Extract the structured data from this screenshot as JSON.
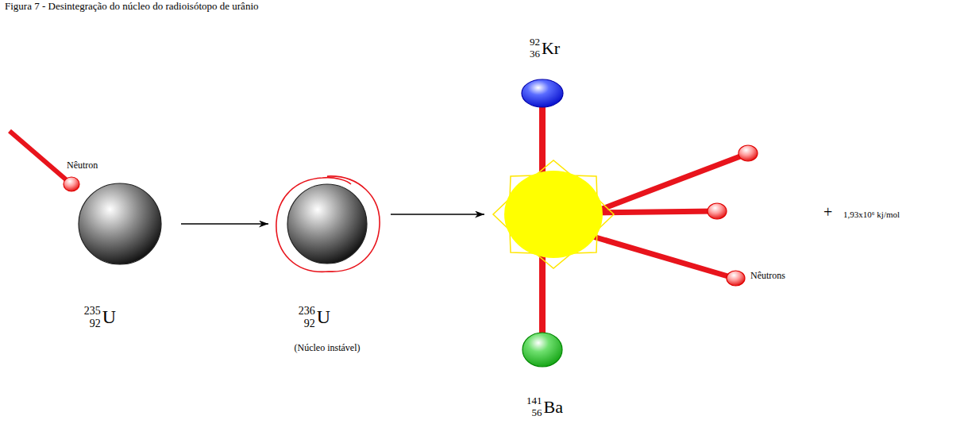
{
  "diagram": {
    "title": "Figura 7 - Desintegração do núcleo do radioisótopo de urânio",
    "nodes": [
      {
        "text": [
          "Nêutron"
        ]
      },
      {
        "text": [
          "235",
          "92",
          "U"
        ]
      },
      {
        "text": [
          "236",
          "92",
          "U",
          "(Núcleo instável)"
        ]
      },
      {
        "text": [
          "92",
          "36",
          "Kr"
        ]
      },
      {
        "text": [
          "Nêutrons"
        ]
      },
      {
        "text": [
          "141",
          "56",
          "Ba"
        ]
      }
    ],
    "edges": [
      {
        "from": 1,
        "to": 2,
        "arrow": "to"
      }
    ],
    "labels": [
      "+",
      "1,93x10⁶ kj/mol"
    ]
  }
}
